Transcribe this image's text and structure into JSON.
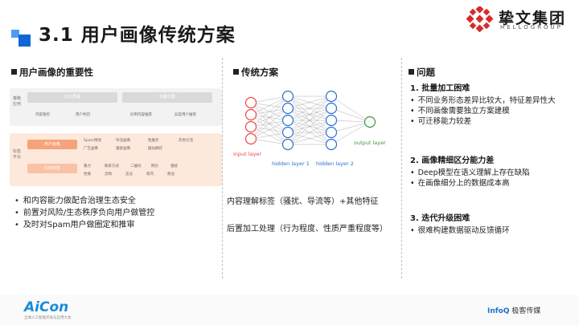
{
  "slide": {
    "title": "3.1 用户画像传统方案"
  },
  "brand": {
    "cn": "挚文集团",
    "en": "HELLOGROUP",
    "accent": "#d62b2b"
  },
  "left": {
    "heading": "用户画像的重要性",
    "arch": {
      "row1_side": "策略应用",
      "row1_boxes": [
        "社交质量",
        "流量分配"
      ],
      "row1_items": [
        "内容管控",
        "用户判罚",
        "好用内容推荐",
        "异常用户推荐"
      ],
      "row2_side": "标签平台",
      "row2_boxes": [
        "用户画像",
        "内容标签"
      ],
      "row2_items": [
        "Spam预测",
        "导流画像",
        "性服务",
        "灰色引流",
        "广告画像",
        "骚扰画像",
        "疑似群控",
        "暴力",
        "联系方式",
        "二维码",
        "网页",
        "骚扰",
        "色情",
        "涉政",
        "违法",
        "辱骂",
        "政治"
      ]
    },
    "bullets": [
      "和内容能力做配合治理生态安全",
      "前置对风险/生态秩序负向用户做管控",
      "及时对Spam用户做圈定和推审"
    ]
  },
  "middle": {
    "heading": "传统方案",
    "nn_labels": {
      "input": "input layer",
      "hidden1": "hidden layer 1",
      "hidden2": "hidden layer 2",
      "output": "output layer"
    },
    "line1": "内容理解标签（骚扰、导流等）+其他特征",
    "line2": "后置加工处理（行为程度、性质严重程度等）"
  },
  "right": {
    "heading": "问题",
    "problems": [
      {
        "title": "1. 批量加工困难",
        "items": [
          "不同业务形态差异比较大，特征差异性大",
          "不同画像需要独立方案建模",
          "可迁移能力较差"
        ]
      },
      {
        "title": "2. 画像精细区分能力差",
        "items": [
          "Deep模型在语义理解上存在缺陷",
          "在画像细分上的数据成本高"
        ]
      },
      {
        "title": "3. 迭代升级困难",
        "items": [
          "很难构建数据驱动反馈循环"
        ]
      }
    ]
  },
  "footer": {
    "logo": "AiCon",
    "sub": "全球人工智能开发与应用大会",
    "infoq": "InfoQ",
    "media": "极客传媒"
  }
}
